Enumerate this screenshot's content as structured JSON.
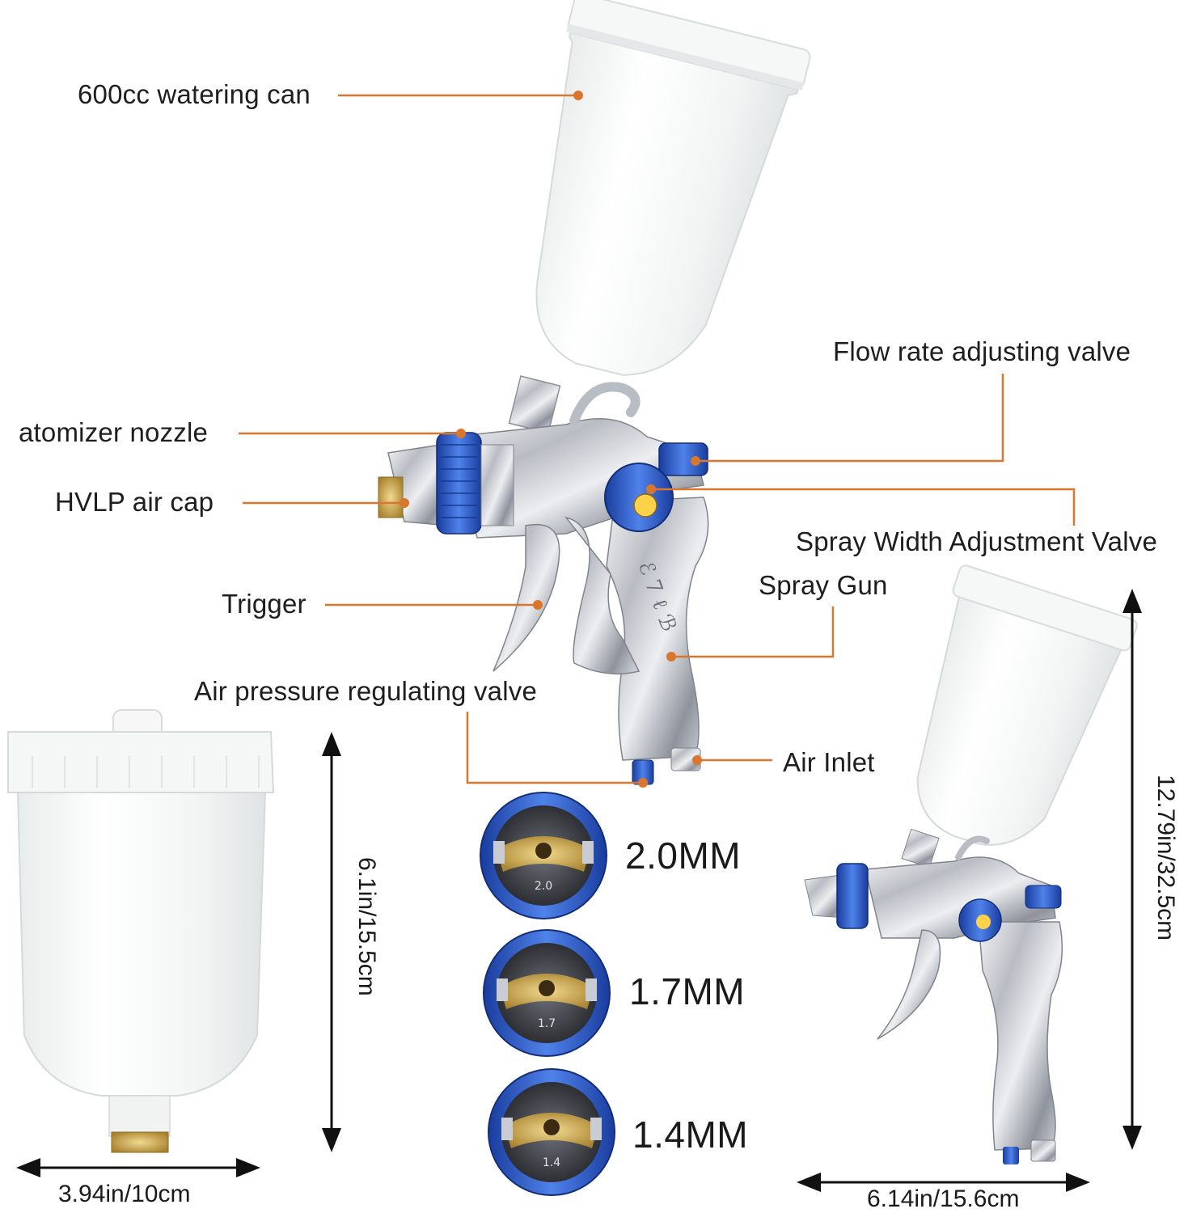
{
  "labels": {
    "cup": "600cc watering can",
    "nozzle": "atomizer nozzle",
    "air_cap": "HVLP air cap",
    "trigger": "Trigger",
    "flow_valve": "Flow rate adjusting valve",
    "width_valve": "Spray Width Adjustment Valve",
    "spray_gun": "Spray Gun",
    "pressure_valve": "Air pressure regulating valve",
    "air_inlet": "Air Inlet"
  },
  "nozzle_sizes": [
    {
      "label": "2.0MM",
      "engraving": "2.0"
    },
    {
      "label": "1.7MM",
      "engraving": "1.7"
    },
    {
      "label": "1.4MM",
      "engraving": "1.4"
    }
  ],
  "dimensions": {
    "cup_height": "6.1in/15.5cm",
    "cup_width": "3.94in/10cm",
    "gun_height": "12.79in/32.5cm",
    "gun_width": "6.14in/15.6cm"
  },
  "colors": {
    "callout": "#d9772f",
    "accent_blue": "#2d5fd0",
    "chrome": "#c9ccd2",
    "cup_white": "#f3f4f4",
    "brass": "#c9a44a"
  },
  "icons": [
    "spray-gun-main",
    "spray-gun-small",
    "spare-cup",
    "nozzle-2-0",
    "nozzle-1-7",
    "nozzle-1-4"
  ]
}
